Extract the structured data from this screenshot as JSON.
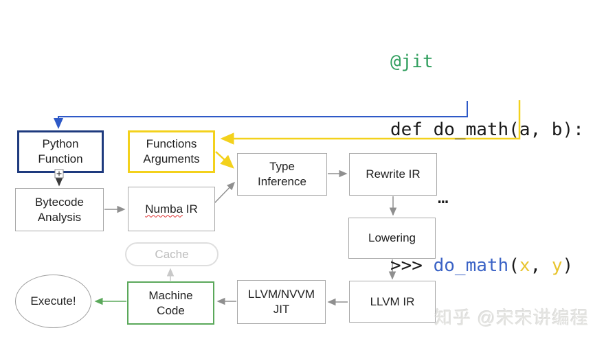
{
  "code": {
    "line1": "@jit",
    "line2": "def do_math(a, b):",
    "line3": "…",
    "line4": {
      "prompt": ">>> ",
      "func": "do_math",
      "open_paren": "(",
      "arg1": "x",
      "comma": ", ",
      "arg2": "y",
      "close_paren": ")"
    }
  },
  "nodes": {
    "python_function": "Python\nFunction",
    "functions_arguments": "Functions\nArguments",
    "bytecode_analysis": "Bytecode\nAnalysis",
    "numba_ir_word": "Numba",
    "numba_ir_rest": " IR",
    "type_inference": "Type\nInference",
    "rewrite_ir": "Rewrite IR",
    "lowering": "Lowering",
    "llvm_ir": "LLVM IR",
    "llvm_nvvm_jit": "LLVM/NVVM\nJIT",
    "cache": "Cache",
    "machine_code": "Machine\nCode",
    "execute": "Execute!"
  },
  "watermark": "知乎 @宋宋讲编程",
  "colors": {
    "navy_border": "#1e3a7e",
    "blue_arrow": "#2e59c7",
    "yellow_accent": "#f3d11c",
    "green_accent": "#5aa85a",
    "code_green": "#2f9e5d",
    "code_blue": "#3b63c6",
    "code_yellow": "#e8c42e",
    "gray_border": "#a8a8a8",
    "gray_arrow": "#8f8f8f",
    "cache_border": "#dedede",
    "cache_text": "#bcbcbc"
  }
}
